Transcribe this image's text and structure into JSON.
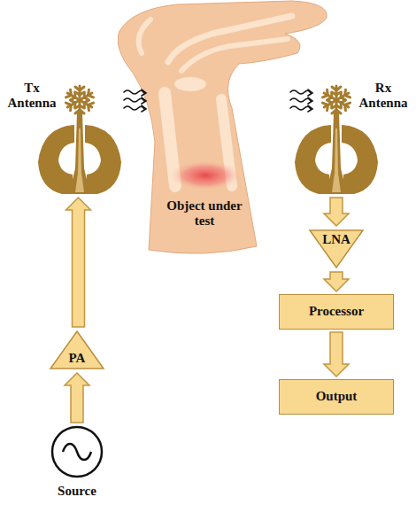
{
  "diagram": {
    "nodes": [
      {
        "text": [
          "Tx Antenna"
        ]
      },
      {
        "text": [
          "PA"
        ]
      },
      {
        "text": [
          "Source"
        ]
      },
      {
        "text": [
          "Rx Antenna"
        ]
      },
      {
        "text": [
          "LNA"
        ]
      },
      {
        "text": [
          "Processor"
        ]
      },
      {
        "text": [
          "Output"
        ]
      }
    ],
    "edges": [
      {
        "from": 2,
        "to": 1,
        "arrow": "to"
      },
      {
        "from": 1,
        "to": 0,
        "arrow": "to"
      },
      {
        "from": 3,
        "to": 4,
        "arrow": "to"
      },
      {
        "from": 4,
        "to": 5,
        "arrow": "to"
      },
      {
        "from": 5,
        "to": 6,
        "arrow": "to"
      }
    ],
    "labels": [
      "Object under test"
    ]
  }
}
